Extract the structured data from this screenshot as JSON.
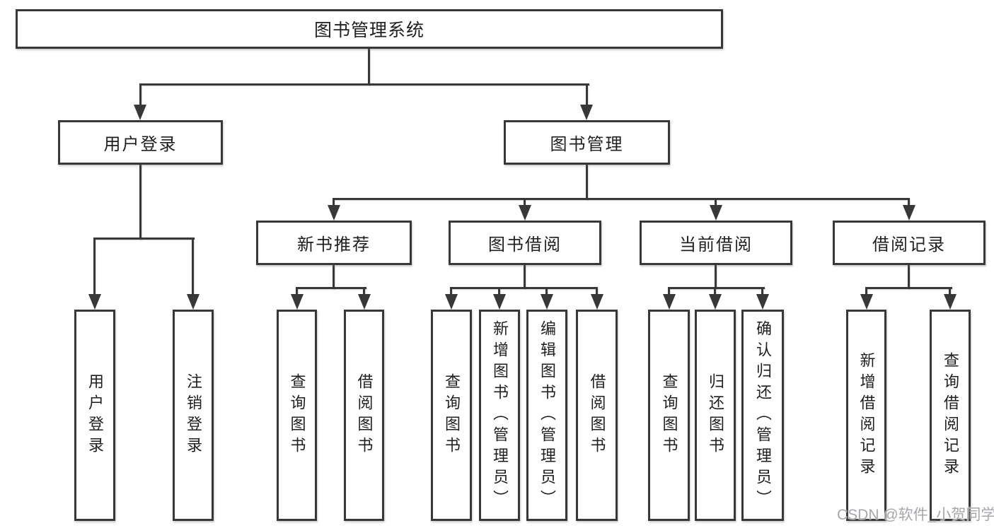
{
  "tree": {
    "label": "图书管理系统",
    "children": [
      {
        "label": "用户登录",
        "children": [
          {
            "label": "用户登录"
          },
          {
            "label": "注销登录"
          }
        ]
      },
      {
        "label": "图书管理",
        "children": [
          {
            "label": "新书推荐",
            "children": [
              {
                "label": "查询图书"
              },
              {
                "label": "借阅图书"
              }
            ]
          },
          {
            "label": "图书借阅",
            "children": [
              {
                "label": "查询图书"
              },
              {
                "label": "新增图书（管理员）"
              },
              {
                "label": "编辑图书（管理员）"
              },
              {
                "label": "借阅图书"
              }
            ]
          },
          {
            "label": "当前借阅",
            "children": [
              {
                "label": "查询图书"
              },
              {
                "label": "归还图书"
              },
              {
                "label": "确认归还（管理员）"
              }
            ]
          },
          {
            "label": "借阅记录",
            "children": [
              {
                "label": "新增借阅记录"
              },
              {
                "label": "查询借阅记录"
              }
            ]
          }
        ]
      }
    ]
  },
  "watermark": {
    "text": "CSDN @软件_小贺同学"
  },
  "colors": {
    "line": "#383838",
    "text": "#1f1f1f",
    "background": "#ffffff",
    "watermark": "#a4a7ab"
  }
}
